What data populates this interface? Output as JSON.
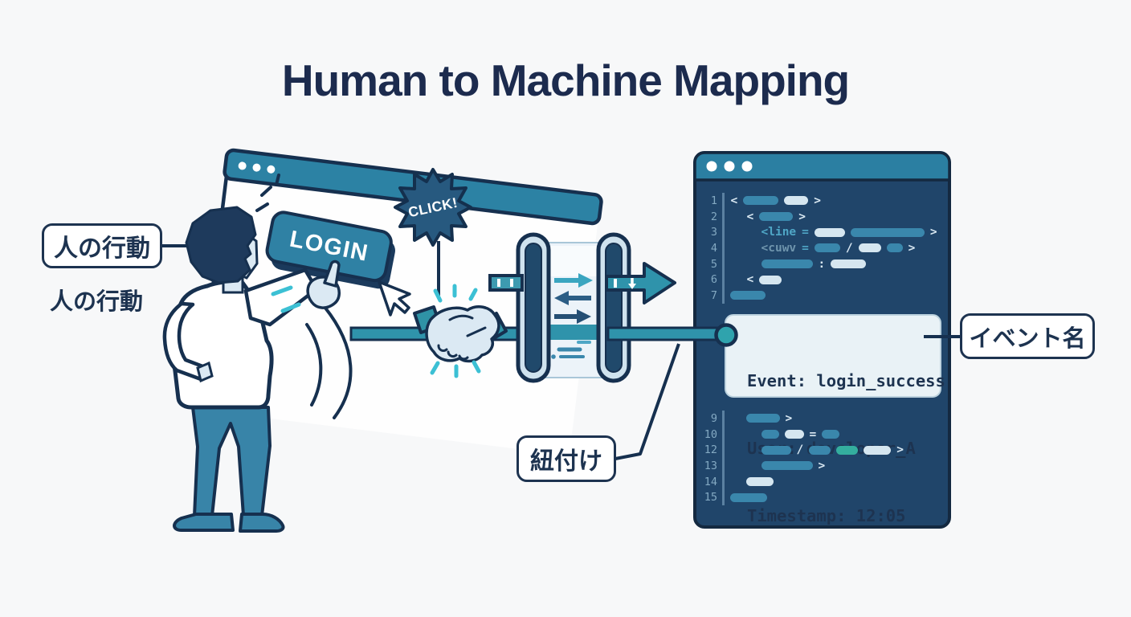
{
  "title": "Human to Machine Mapping",
  "labels": {
    "human_action_boxed": "人の行動",
    "human_action_plain": "人の行動",
    "event_name": "イベント名",
    "linking": "紐付け"
  },
  "browser": {
    "login_button": "LOGIN",
    "click_burst": "CLICK!"
  },
  "colors": {
    "navy_outline": "#16304f",
    "dark_text": "#1c2b4e",
    "teal_primary": "#2f93ab",
    "teal_window_bar": "#2c82a4",
    "editor_bg": "#20456a",
    "pill_teal": "#3a87ac",
    "pill_light": "#d5e6f0",
    "pill_green": "#34ae9e",
    "skin": "#dbe9f3",
    "pants_teal": "#3884a8",
    "sparkle_teal": "#3cc0d4",
    "event_box_bg": "#e9f2f6"
  },
  "event_overlay": {
    "lines": [
      "Event: login_success",
      "User: developer_A",
      "Timestamp: 12:05"
    ]
  },
  "editor": {
    "upper_lines": [
      {
        "num": "1",
        "indent": 8,
        "segs": [
          [
            "sym",
            "<",
            "light"
          ],
          [
            "pill",
            44,
            "teal"
          ],
          [
            "pill",
            30,
            "light"
          ],
          [
            "sym",
            ">",
            "light"
          ]
        ]
      },
      {
        "num": "2",
        "indent": 28,
        "segs": [
          [
            "sym",
            "<",
            "light"
          ],
          [
            "pill",
            42,
            "teal"
          ],
          [
            "sym",
            ">",
            "light"
          ]
        ]
      },
      {
        "num": "3",
        "indent": 46,
        "segs": [
          [
            "sym",
            "<line",
            "teal"
          ],
          [
            "sym",
            "=",
            "teal"
          ],
          [
            "pill",
            38,
            "light"
          ],
          [
            "pill",
            92,
            "teal"
          ],
          [
            "sym",
            ">",
            "light"
          ]
        ]
      },
      {
        "num": "4",
        "indent": 46,
        "segs": [
          [
            "sym",
            "<cuwv",
            "muted"
          ],
          [
            "sym",
            "=",
            "teal"
          ],
          [
            "pill",
            32,
            "teal"
          ],
          [
            "sym",
            "/",
            "light"
          ],
          [
            "pill",
            28,
            "light"
          ],
          [
            "pill",
            20,
            "teal"
          ],
          [
            "sym",
            ">",
            "light"
          ]
        ]
      },
      {
        "num": "5",
        "indent": 46,
        "segs": [
          [
            "pill",
            64,
            "teal"
          ],
          [
            "sym",
            ":",
            "light"
          ],
          [
            "pill",
            44,
            "light"
          ]
        ]
      },
      {
        "num": "6",
        "indent": 28,
        "segs": [
          [
            "sym",
            "<",
            "light"
          ],
          [
            "pill",
            28,
            "light"
          ]
        ]
      },
      {
        "num": "7",
        "indent": 7,
        "segs": [
          [
            "pill",
            44,
            "teal"
          ]
        ]
      }
    ],
    "lower_lines": [
      {
        "num": "9",
        "indent": 27,
        "segs": [
          [
            "pill",
            42,
            "teal"
          ],
          [
            "sym",
            ">",
            "light"
          ]
        ]
      },
      {
        "num": "10",
        "indent": 46,
        "segs": [
          [
            "pill",
            22,
            "teal"
          ],
          [
            "pill",
            24,
            "light"
          ],
          [
            "sym",
            "=",
            "light"
          ],
          [
            "pill",
            22,
            "teal"
          ]
        ]
      },
      {
        "num": "12",
        "indent": 46,
        "segs": [
          [
            "pill",
            37,
            "teal"
          ],
          [
            "sym",
            "/",
            "light"
          ],
          [
            "pill",
            27,
            "teal"
          ],
          [
            "pill",
            27,
            "green"
          ],
          [
            "pill",
            34,
            "light"
          ],
          [
            "sym",
            ">",
            "light"
          ]
        ]
      },
      {
        "num": "13",
        "indent": 46,
        "segs": [
          [
            "pill",
            64,
            "teal"
          ],
          [
            "sym",
            ">",
            "light"
          ]
        ]
      },
      {
        "num": "14",
        "indent": 27,
        "segs": [
          [
            "pill",
            34,
            "light"
          ]
        ]
      },
      {
        "num": "15",
        "indent": 7,
        "segs": [
          [
            "pill",
            46,
            "teal"
          ]
        ]
      }
    ]
  }
}
